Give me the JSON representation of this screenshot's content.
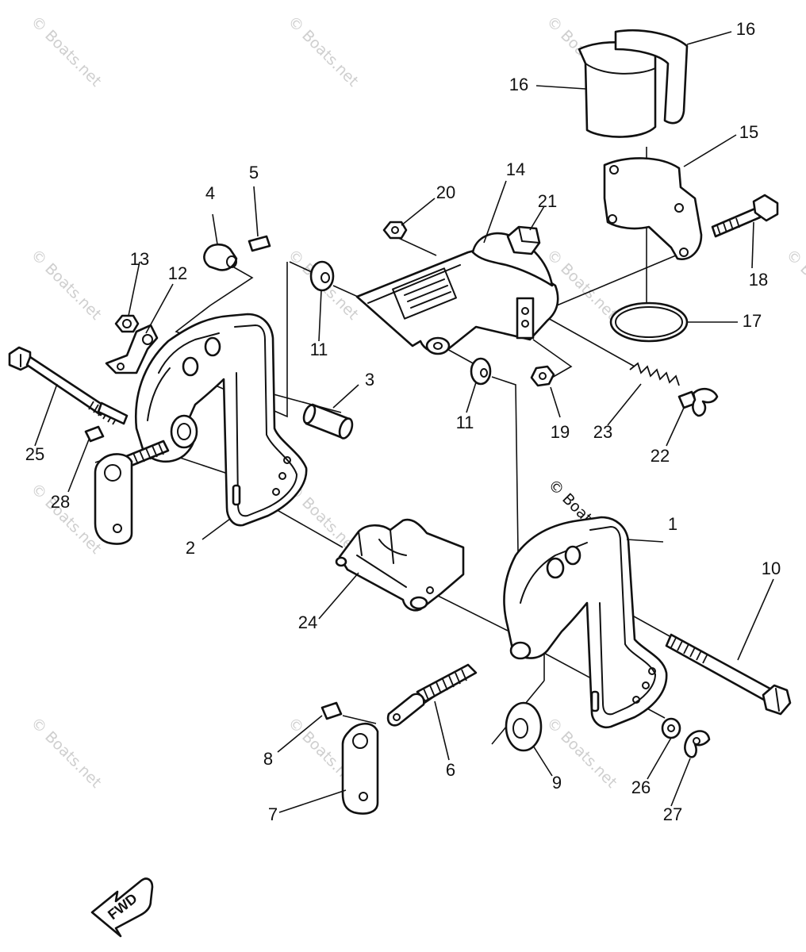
{
  "watermarks": [
    "© Boats.net",
    "© Boats.net",
    "© Boats.net",
    "© Boats.net",
    "© Boats.net",
    "© Boats.net",
    "© Boats.net",
    "© Boats.net",
    "© Boats.net",
    "© Boats.net",
    "© Boats.net",
    "© Boats.net",
    "© Boats.net"
  ],
  "direction_arrow": {
    "label": "FWD"
  },
  "callouts": [
    "1",
    "2",
    "3",
    "4",
    "5",
    "6",
    "7",
    "8",
    "9",
    "10",
    "11",
    "11",
    "12",
    "13",
    "14",
    "15",
    "16",
    "16",
    "17",
    "18",
    "19",
    "20",
    "21",
    "22",
    "23",
    "24",
    "25",
    "26",
    "27",
    "28"
  ]
}
